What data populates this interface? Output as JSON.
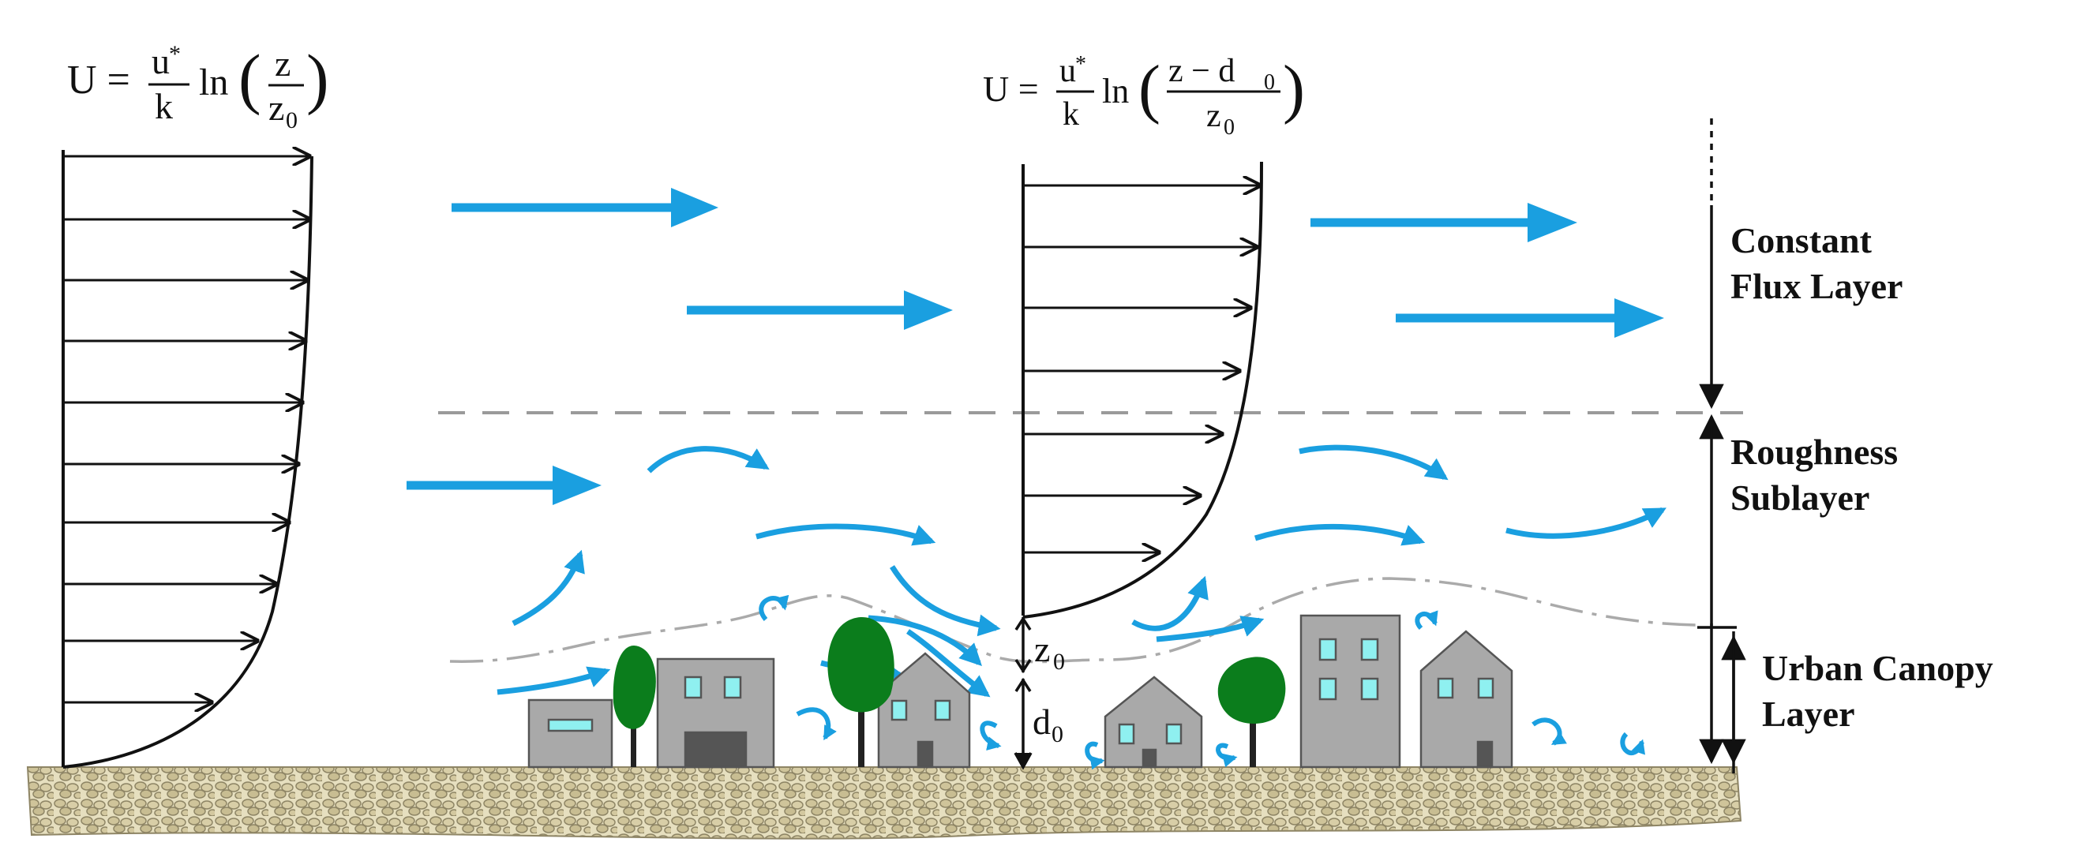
{
  "equations": {
    "left": {
      "lhs": "U =",
      "frac_num": "u",
      "frac_num_sub": "*",
      "frac_den": "k",
      "ln": "ln",
      "inner_num": "z",
      "inner_den": "z",
      "inner_den_sub": "0"
    },
    "center": {
      "lhs": "U =",
      "frac_num": "u",
      "frac_num_sub": "*",
      "frac_den": "k",
      "ln": "ln",
      "inner_num": "z − d",
      "inner_num_sub": "0",
      "inner_den": "z",
      "inner_den_sub": "0"
    }
  },
  "layers": {
    "constant_flux": {
      "line1": "Constant",
      "line2": "Flux Layer"
    },
    "roughness": {
      "line1": "Roughness",
      "line2": "Sublayer"
    },
    "urban_canopy": {
      "line1": "Urban Canopy",
      "line2": "Layer"
    }
  },
  "markers": {
    "z0": {
      "text": "z",
      "sub": "0"
    },
    "d0": {
      "text": "d",
      "sub": "0"
    }
  },
  "colors": {
    "flow_arrow": "#1a9fe0",
    "building": "#a9a9a9",
    "window": "#8ff0f0",
    "tree": "#0b7d1c",
    "ground": "#d9cfa6",
    "line": "#111111",
    "dashed": "#999999"
  }
}
